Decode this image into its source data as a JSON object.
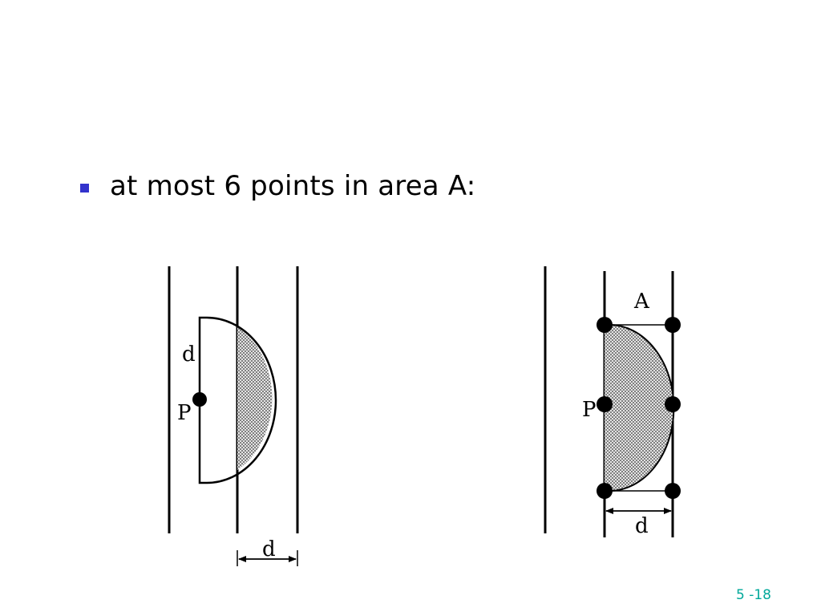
{
  "slide": {
    "bullet_text": "at most 6 points in area A:",
    "page_number": "5 -18"
  },
  "diagram": {
    "left": {
      "label_d_radius": "d",
      "label_p": "P",
      "label_d_width": "d"
    },
    "right": {
      "label_a": "A",
      "label_p": "P",
      "label_d_width": "d"
    }
  },
  "colors": {
    "bullet": "#3333cc",
    "page_number": "#00a89a"
  }
}
